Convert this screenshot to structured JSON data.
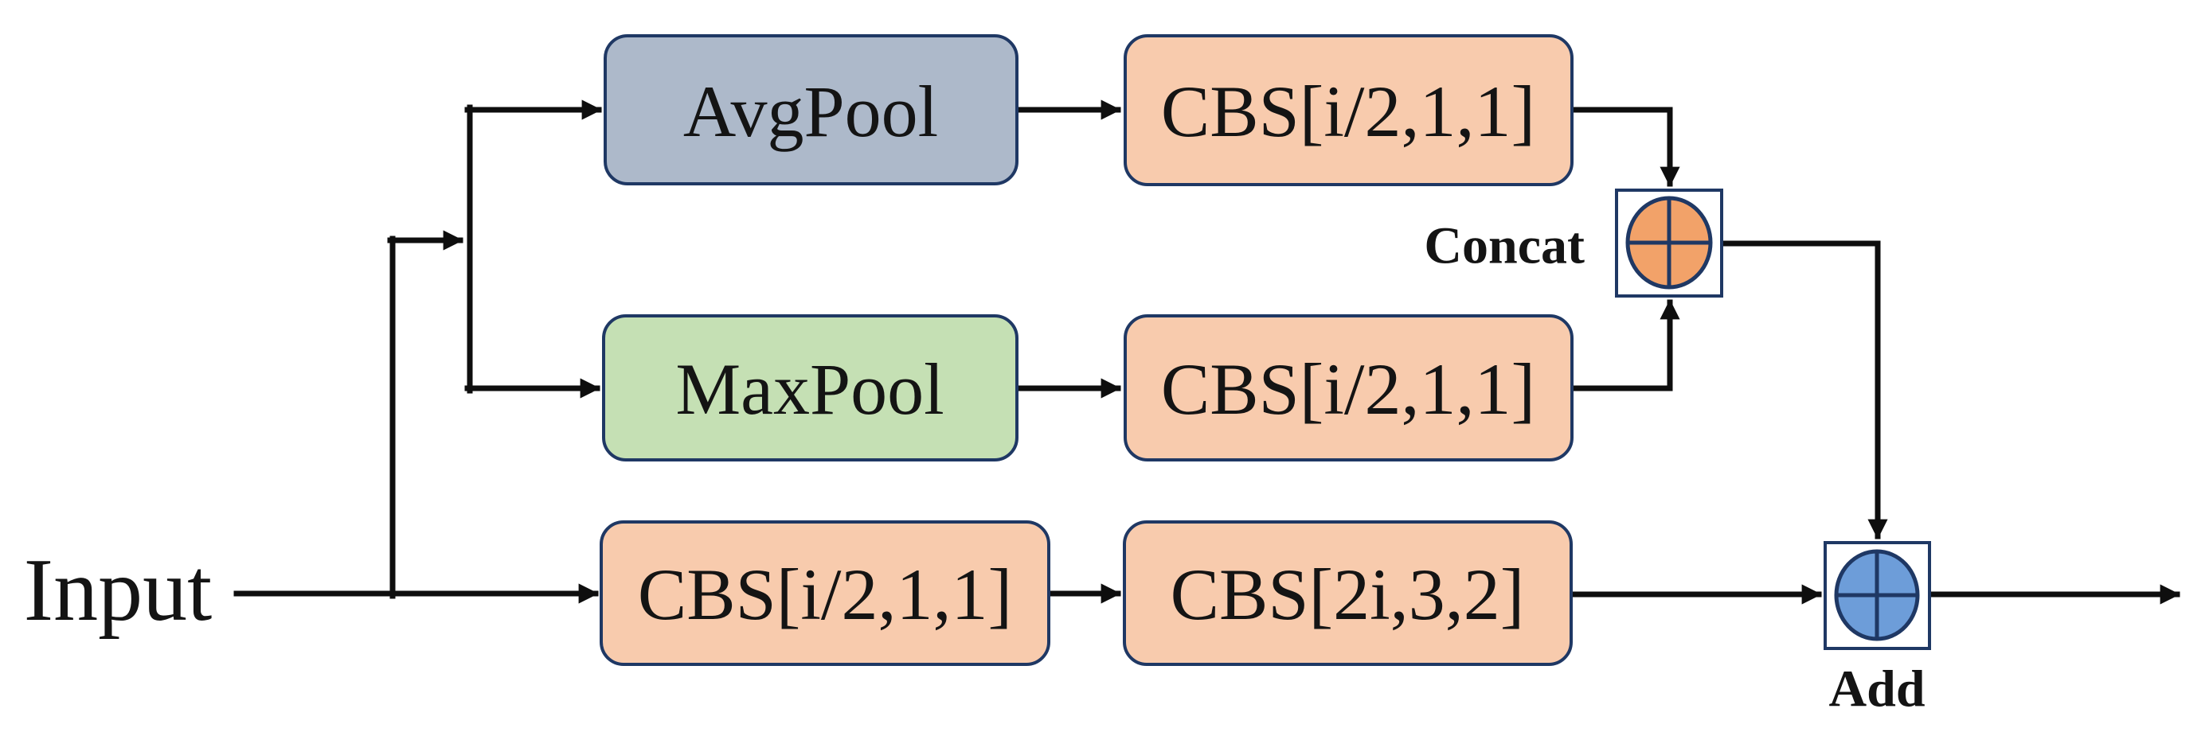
{
  "diagram": {
    "input_label": "Input",
    "boxes": [
      {
        "id": "avgpool",
        "label": "AvgPool"
      },
      {
        "id": "cbs-after-avgpool",
        "label": "CBS[i/2,1,1]"
      },
      {
        "id": "maxpool",
        "label": "MaxPool"
      },
      {
        "id": "cbs-after-maxpool",
        "label": "CBS[i/2,1,1]"
      },
      {
        "id": "cbs-bottom-first",
        "label": "CBS[i/2,1,1]"
      },
      {
        "id": "cbs-bottom-second",
        "label": "CBS[2i,3,2]"
      }
    ],
    "operators": [
      {
        "id": "concat",
        "label": "Concat",
        "icon": "circle-plus-icon"
      },
      {
        "id": "add",
        "label": "Add",
        "icon": "circle-plus-icon"
      }
    ]
  },
  "colors": {
    "avgpool_fill": "#adb9ca",
    "maxpool_fill": "#c5e0b4",
    "cbs_fill": "#f8cbad",
    "concat_fill": "#f2a269",
    "add_fill": "#6d9dd9",
    "box_border": "#1f3864",
    "connector": "#0e0e0e",
    "text": "#141414"
  }
}
